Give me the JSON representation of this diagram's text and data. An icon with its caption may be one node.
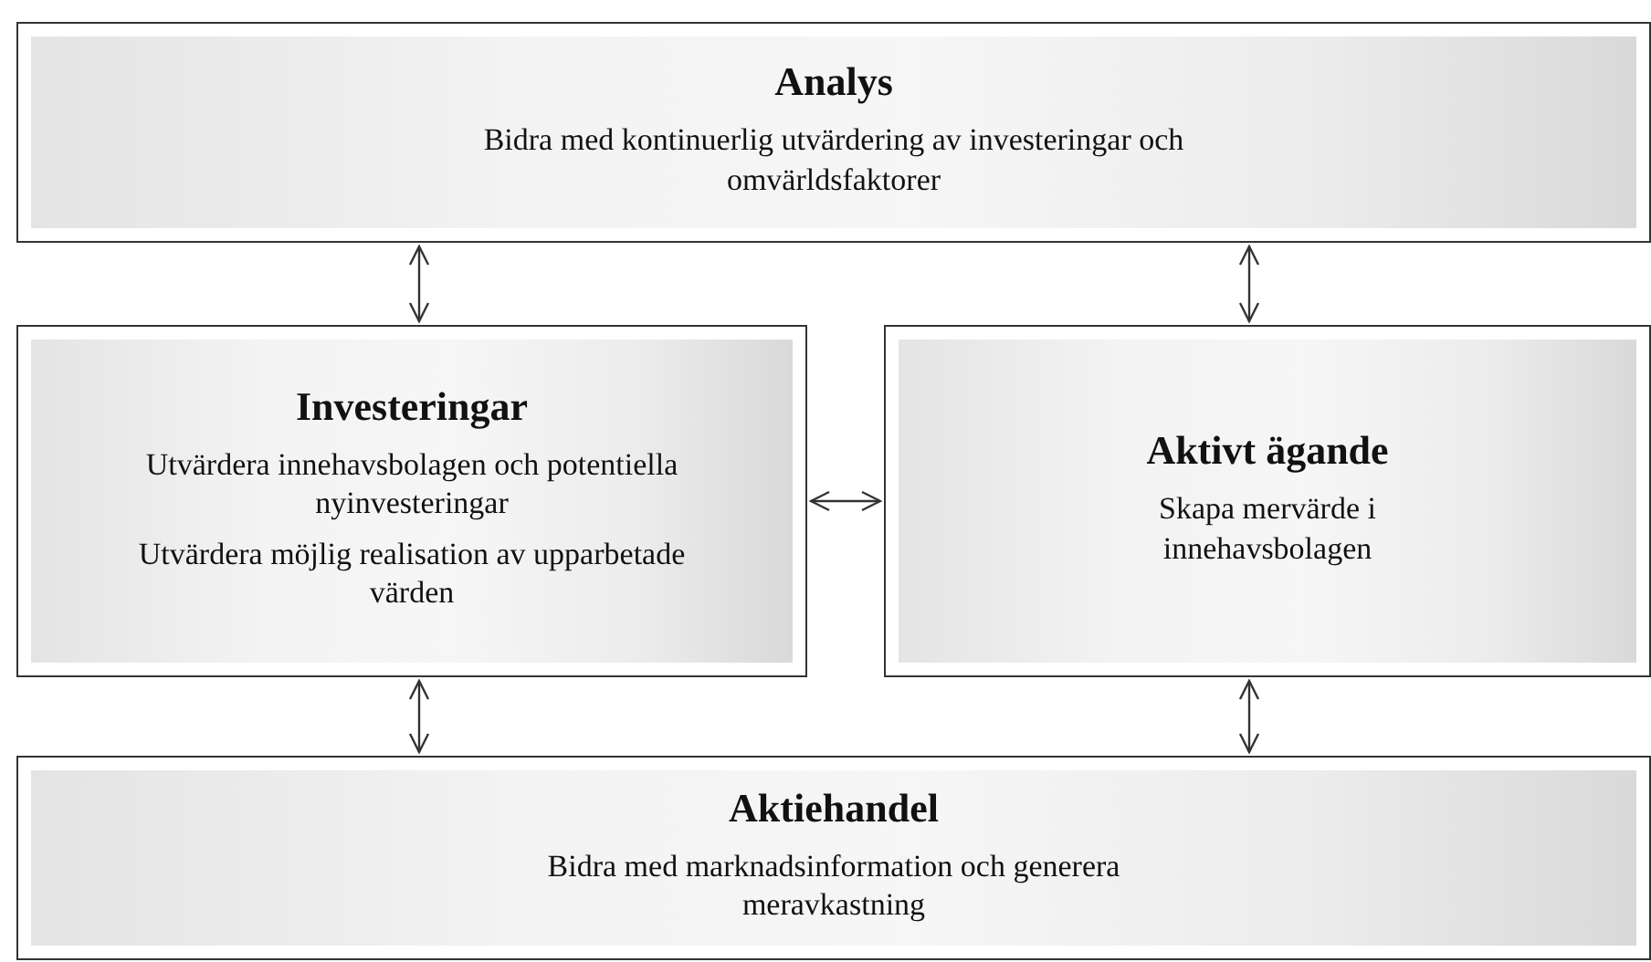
{
  "diagram": {
    "nodes": [
      {
        "text": [
          "Analys",
          "Bidra med kontinuerlig utvärdering av investeringar och omvärldsfaktorer"
        ]
      },
      {
        "text": [
          "Investeringar",
          "Utvärdera innehavsbolagen och potentiella nyinvesteringar",
          "Utvärdera möjlig realisation av upparbetade värden"
        ]
      },
      {
        "text": [
          "Aktivt ägande",
          "Skapa mervärde i innehavsbolagen"
        ]
      },
      {
        "text": [
          "Aktiehandel",
          "Bidra med marknadsinformation och generera meravkastning"
        ]
      }
    ],
    "edges": [
      {
        "from": 0,
        "to": 1,
        "arrow": "both"
      },
      {
        "from": 0,
        "to": 2,
        "arrow": "both"
      },
      {
        "from": 1,
        "to": 2,
        "arrow": "both"
      },
      {
        "from": 1,
        "to": 3,
        "arrow": "both"
      },
      {
        "from": 2,
        "to": 3,
        "arrow": "both"
      }
    ]
  }
}
